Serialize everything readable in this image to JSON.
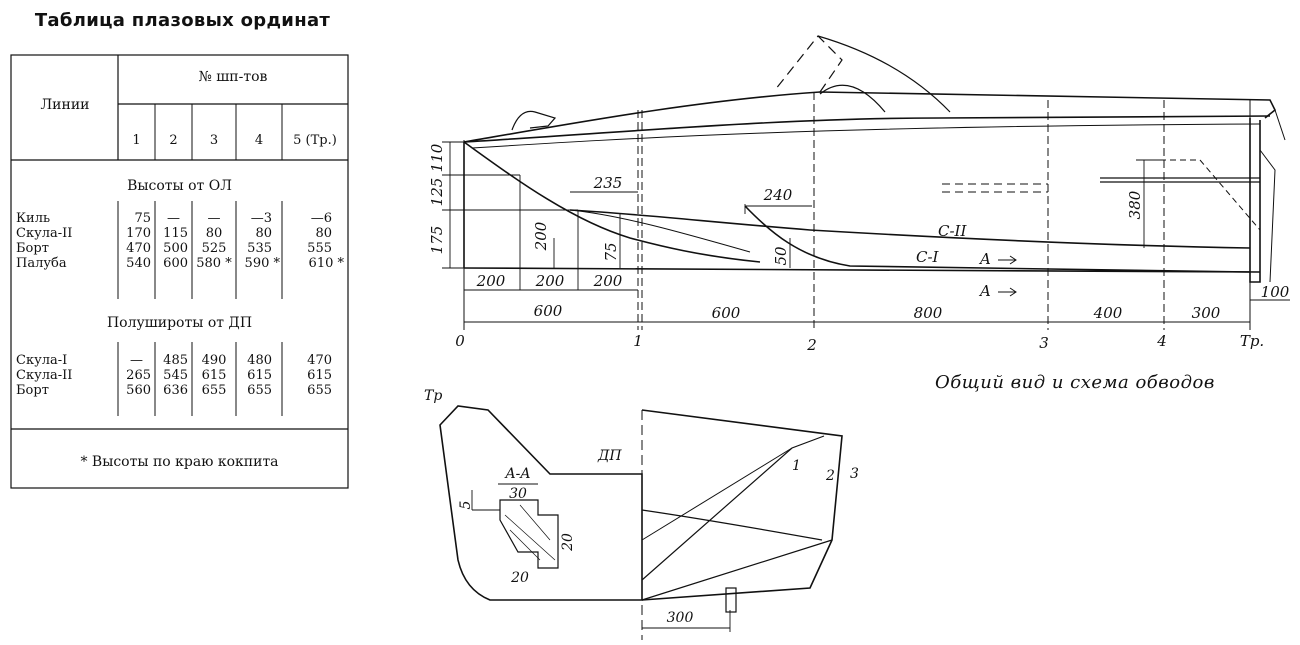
{
  "table": {
    "title": "Таблица плазовых ординат",
    "header_lines": "Линии",
    "header_frames": "№ шп-тов",
    "columns": [
      "1",
      "2",
      "3",
      "4",
      "5 (Тр.)"
    ],
    "heights_section": {
      "title": "Высоты от ОЛ",
      "rows": [
        {
          "name": "Киль",
          "values": [
            "75",
            "—",
            "—",
            "—3",
            "—6"
          ]
        },
        {
          "name": "Скула-II",
          "values": [
            "170",
            "115",
            "80",
            "80",
            "80"
          ]
        },
        {
          "name": "Борт",
          "values": [
            "470",
            "500",
            "525",
            "535",
            "555"
          ]
        },
        {
          "name": "Палуба",
          "values": [
            "540",
            "600",
            "580 *",
            "590 *",
            "610 *"
          ]
        }
      ]
    },
    "breadths_section": {
      "title": "Полушироты от ДП",
      "rows": [
        {
          "name": "Скула-I",
          "values": [
            "—",
            "485",
            "490",
            "480",
            "470"
          ]
        },
        {
          "name": "Скула-II",
          "values": [
            "265",
            "545",
            "615",
            "615",
            "615"
          ]
        },
        {
          "name": "Борт",
          "values": [
            "560",
            "636",
            "655",
            "655",
            "655"
          ]
        }
      ]
    },
    "footnote": "* Высоты по краю кокпита"
  },
  "profile": {
    "caption": "Общий вид и схема обводов",
    "station_labels": [
      "0",
      "1",
      "2",
      "3",
      "4",
      "Тр."
    ],
    "spacing_dims": [
      "600",
      "600",
      "800",
      "400",
      "300"
    ],
    "transom_dim": "100",
    "bottom_dims": [
      "200",
      "200",
      "200"
    ],
    "height_dims": [
      "110",
      "125",
      "175"
    ],
    "inner_dims": [
      "235",
      "200",
      "75",
      "240",
      "50",
      "380"
    ],
    "chine_labels": [
      "С-II",
      "С-I"
    ],
    "section_marks": [
      "A",
      "A"
    ]
  },
  "body_plan": {
    "transom_label": "Тр",
    "centerline_label": "ДП",
    "section_label": "A-A",
    "section_dims": [
      "30",
      "5",
      "20",
      "20"
    ],
    "station_labels": [
      "1",
      "2",
      "3"
    ],
    "bottom_dim": "300"
  }
}
